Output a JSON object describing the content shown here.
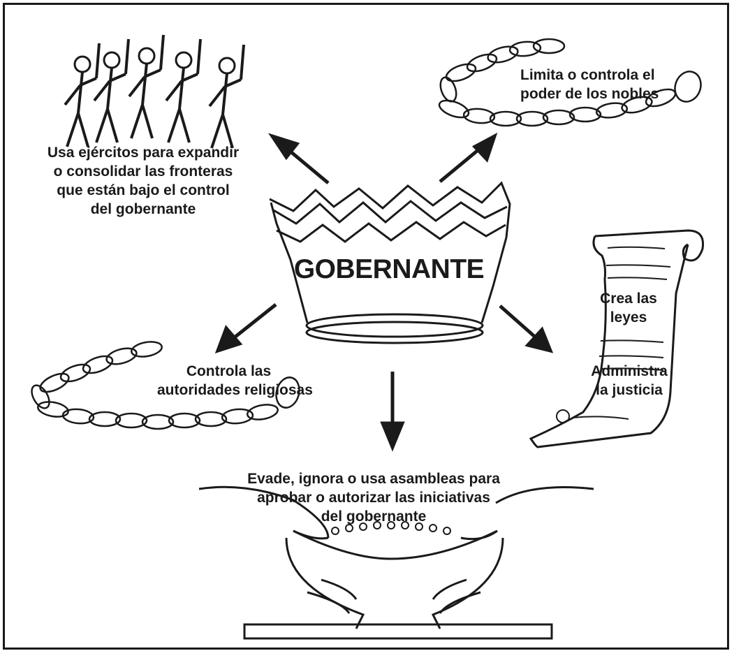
{
  "center": {
    "title": "GOBERNANTE"
  },
  "labels": {
    "armies": [
      "Usa ejércitos para expandir",
      "o consolidar las fronteras",
      "que están bajo el control",
      "del gobernante"
    ],
    "nobles": [
      "Limita o controla el",
      "poder de los nobles"
    ],
    "laws": [
      "Crea las",
      "leyes"
    ],
    "justice": [
      "Administra",
      "la justicia"
    ],
    "religious": [
      "Controla las",
      "autoridades religiosas"
    ],
    "assemblies": [
      "Evade, ignora o usa asambleas para",
      "aprobar o autorizar las iniciativas",
      "del gobernante"
    ]
  },
  "colors": {
    "ink": "#1a1a1a",
    "paper": "#ffffff"
  },
  "icons": [
    "soldiers-icon",
    "chain-icon",
    "crown-icon",
    "scroll-icon",
    "hands-icon",
    "arrow-icon"
  ]
}
